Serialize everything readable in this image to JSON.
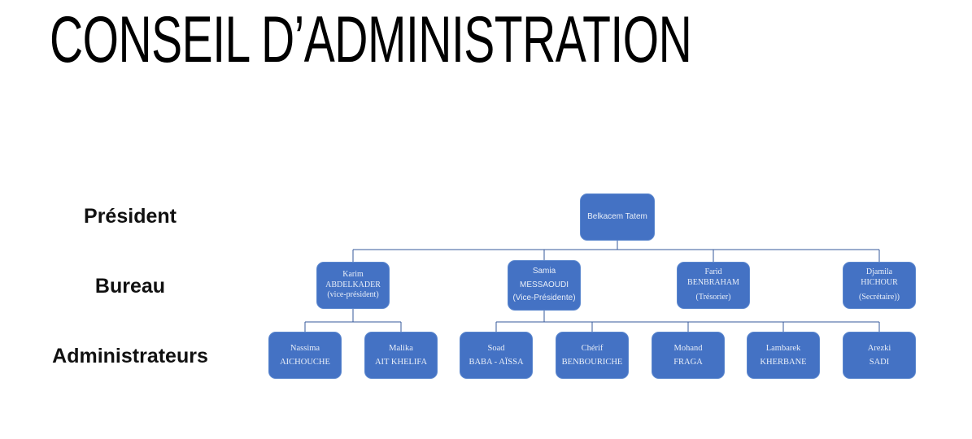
{
  "title": "CONSEIL D’ADMINISTRATION",
  "row_labels": {
    "president": "Président",
    "bureau": "Bureau",
    "administrateurs": "Administrateurs"
  },
  "org": {
    "president": {
      "name": "Belkacem Tatem"
    },
    "bureau": [
      {
        "first": "Karim",
        "last": "ABDELKADER",
        "role": "(vice-président)"
      },
      {
        "first": "Samia",
        "last": "MESSAOUDI",
        "role": "(Vice-Présidente)"
      },
      {
        "first": "Farid",
        "last": "BENBRAHAM",
        "role": "(Trésorier)"
      },
      {
        "first": "Djamila",
        "last": "HICHOUR",
        "role": "(Secrétaire))"
      }
    ],
    "administrateurs": [
      {
        "first": "Nassima",
        "last": "AICHOUCHE"
      },
      {
        "first": "Malika",
        "last": "AIT KHELIFA"
      },
      {
        "first": "Soad",
        "last": "BABA - AÏSSA"
      },
      {
        "first": "Chérif",
        "last": "BENBOURICHE"
      },
      {
        "first": "Mohand",
        "last": "FRAGA"
      },
      {
        "first": "Lambarek",
        "last": "KHERBANE"
      },
      {
        "first": "Arezki",
        "last": "SADI"
      }
    ]
  },
  "colors": {
    "box_fill": "#4472C4",
    "box_border": "#5B87CE",
    "box_text": "#E8EEF8",
    "connector": "#35599B",
    "title_text": "#000000",
    "label_text": "#111111",
    "background": "#FFFFFF"
  }
}
